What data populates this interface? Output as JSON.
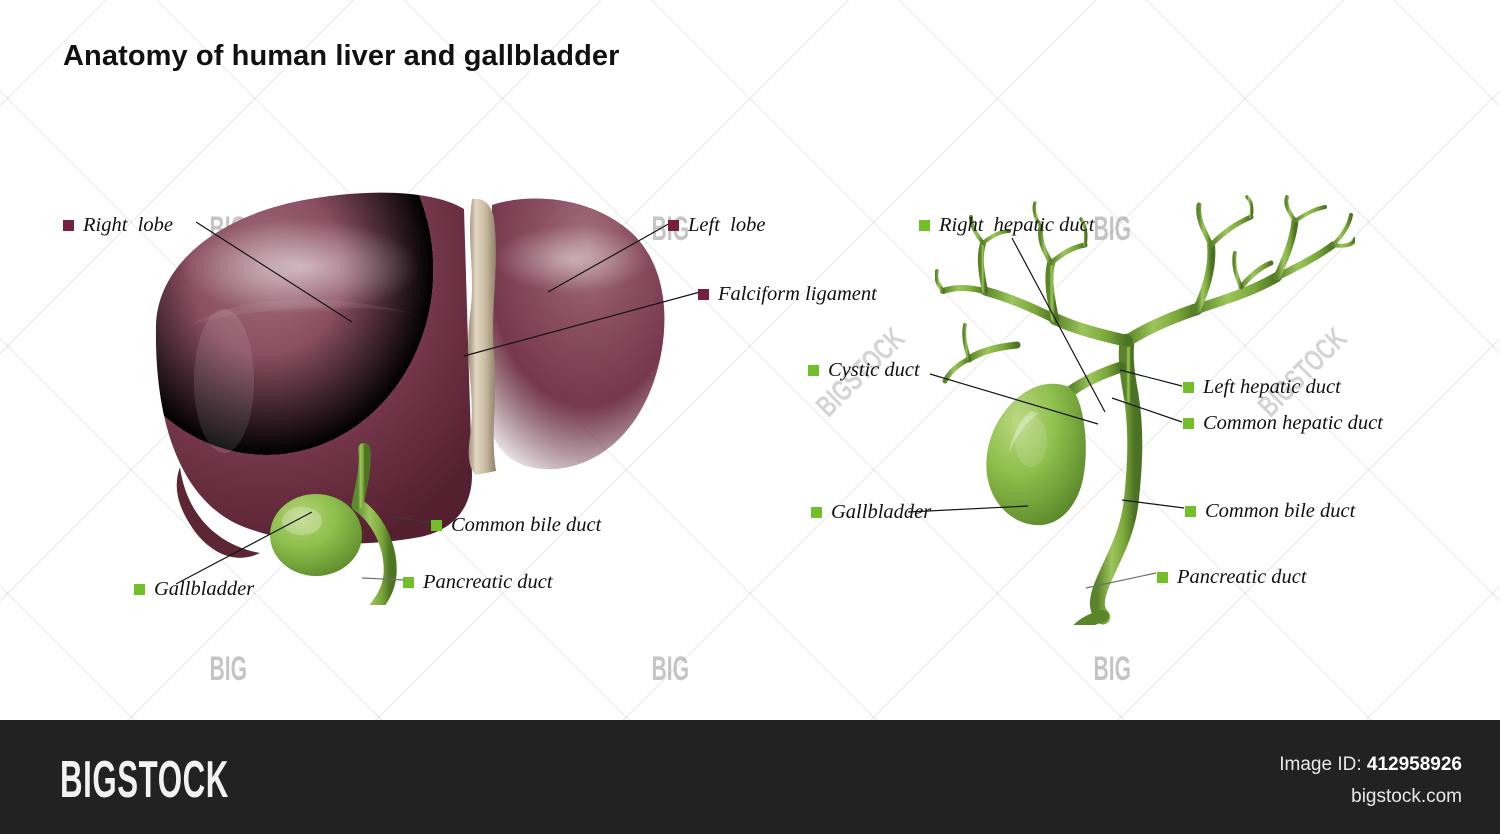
{
  "title": "Anatomy of human liver and gallbladder",
  "colors": {
    "liver_bullet": "#77203c",
    "duct_bullet": "#72bf2a",
    "background": "#ffffff",
    "footer_bg": "#222222",
    "leader_line": "#1a1a1a",
    "liver_dark": "#5c2334",
    "liver_mid": "#7d3b4e",
    "liver_light": "#9a6073",
    "ligament": "#cdbfa8",
    "duct_green": "#79a83c",
    "duct_green_dark": "#4e7a26",
    "gallbladder_green": "#8fc04a"
  },
  "left_panel": {
    "caption": "liver-with-gallbladder-diagram",
    "labels": [
      {
        "id": "right-lobe",
        "text": "Right  lobe",
        "bullet": "maroon"
      },
      {
        "id": "left-lobe",
        "text": "Left  lobe",
        "bullet": "maroon"
      },
      {
        "id": "falciform-ligament",
        "text": "Falciform ligament",
        "bullet": "maroon"
      },
      {
        "id": "common-bile-duct",
        "text": "Common bile duct",
        "bullet": "green"
      },
      {
        "id": "pancreatic-duct",
        "text": "Pancreatic duct",
        "bullet": "green"
      },
      {
        "id": "gallbladder",
        "text": "Gallbladder",
        "bullet": "green"
      }
    ]
  },
  "right_panel": {
    "caption": "biliary-tree-diagram",
    "labels": [
      {
        "id": "right-hepatic-duct",
        "text": "Right  hepatic duct",
        "bullet": "green"
      },
      {
        "id": "cystic-duct",
        "text": "Cystic duct",
        "bullet": "green"
      },
      {
        "id": "left-hepatic-duct",
        "text": "Left hepatic duct",
        "bullet": "green"
      },
      {
        "id": "common-hepatic-duct",
        "text": "Common hepatic duct",
        "bullet": "green"
      },
      {
        "id": "gallbladder",
        "text": "Gallbladder",
        "bullet": "green"
      },
      {
        "id": "common-bile-duct",
        "text": "Common bile duct",
        "bullet": "green"
      },
      {
        "id": "pancreatic-duct",
        "text": "Pancreatic duct",
        "bullet": "green"
      }
    ]
  },
  "watermark": {
    "small_text": "BIG",
    "diagonal_text": "BIGSTOCK"
  },
  "footer": {
    "logo": "BIGSTOCK",
    "image_id_label": "Image ID:",
    "image_id_value": "412958926",
    "site": "bigstock.com"
  }
}
